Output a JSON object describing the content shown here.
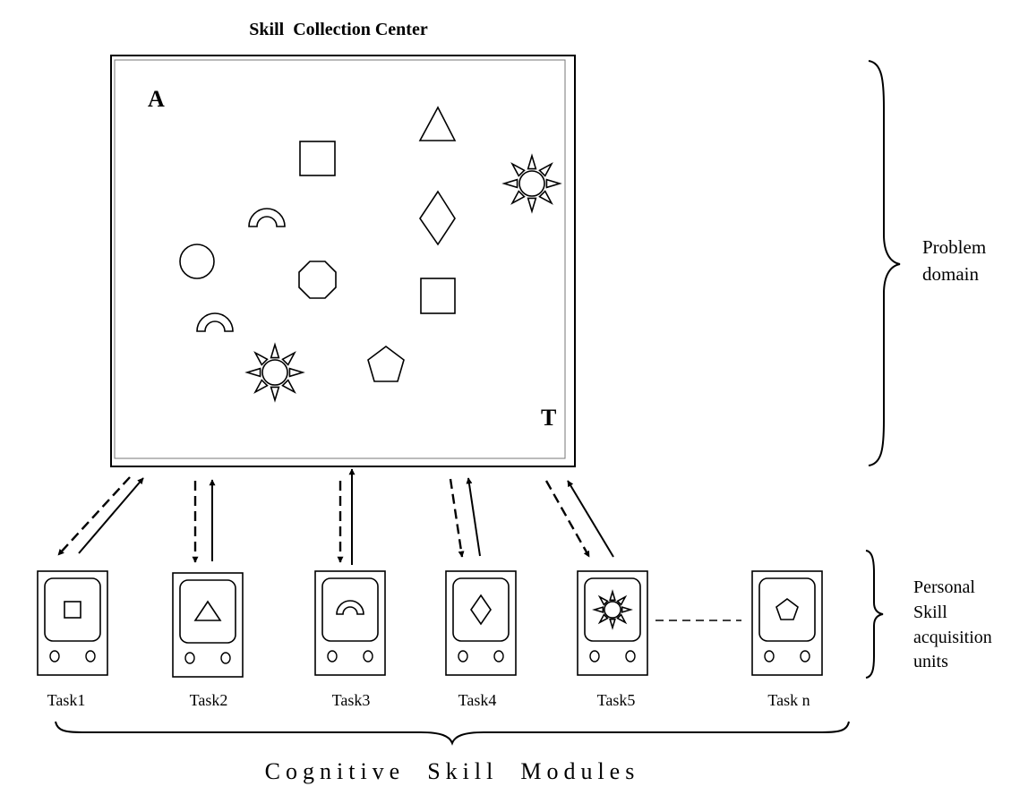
{
  "center_title": "Skill  Collection Center",
  "corner_label_a": "A",
  "corner_label_t": "T",
  "problem_domain_label": [
    "Problem",
    "domain"
  ],
  "personal_units_label": [
    "Personal",
    "Skill",
    "acquisition",
    "units"
  ],
  "bottom_label": "Cognitive  Skill  Modules",
  "domain_shapes": [
    "square",
    "triangle",
    "sun",
    "half-ring",
    "diamond",
    "circle",
    "octagon",
    "square",
    "half-ring",
    "sun",
    "pentagon"
  ],
  "tasks": [
    {
      "label": "Task1",
      "shape": "square"
    },
    {
      "label": "Task2",
      "shape": "triangle"
    },
    {
      "label": "Task3",
      "shape": "half-ring"
    },
    {
      "label": "Task4",
      "shape": "diamond"
    },
    {
      "label": "Task5",
      "shape": "sun"
    },
    {
      "label": "Task n",
      "shape": "pentagon"
    }
  ]
}
